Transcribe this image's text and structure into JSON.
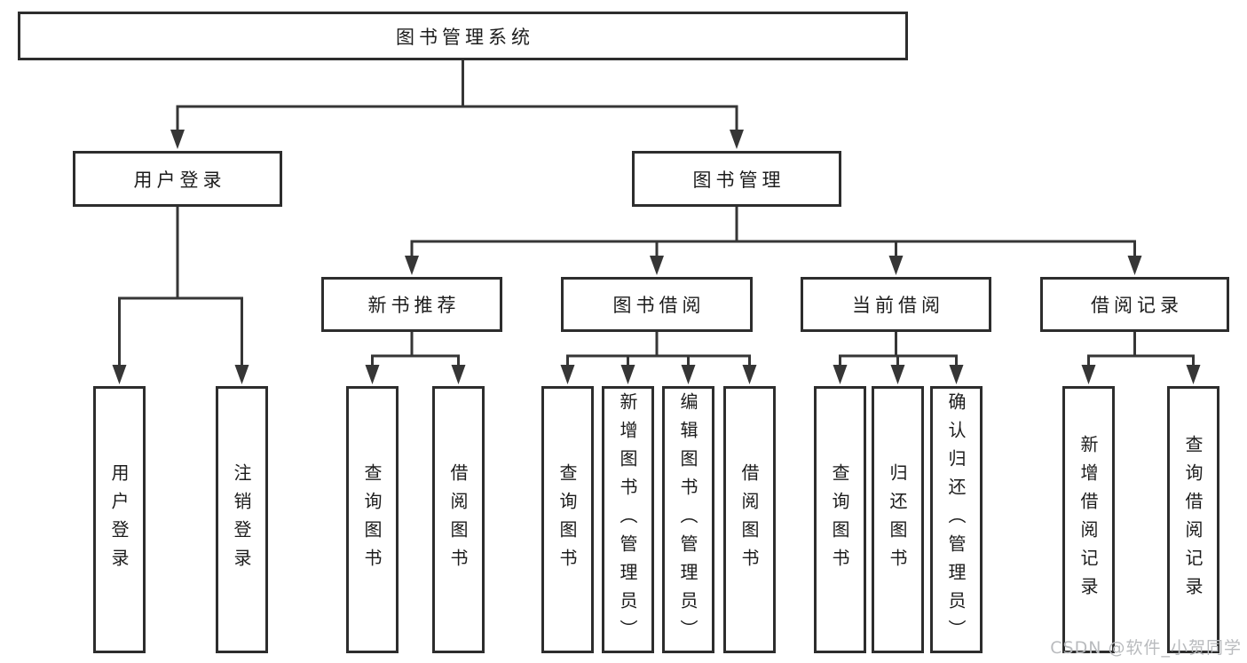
{
  "nodes": {
    "root": {
      "label": "图书管理系统"
    },
    "user_login": {
      "label": "用户登录",
      "children": [
        "用户登录",
        "注销登录"
      ]
    },
    "book_mgmt": {
      "label": "图书管理",
      "children": [
        "新书推荐",
        "图书借阅",
        "当前借阅",
        "借阅记录"
      ]
    },
    "new_book_rec": {
      "label": "新书推荐",
      "children": [
        "查询图书",
        "借阅图书"
      ]
    },
    "book_borrow": {
      "label": "图书借阅",
      "children": [
        "查询图书",
        "新增图书（管理员）",
        "编辑图书（管理员）",
        "借阅图书"
      ]
    },
    "current_borrow": {
      "label": "当前借阅",
      "children": [
        "查询图书",
        "归还图书",
        "确认归还（管理员）"
      ]
    },
    "borrow_record": {
      "label": "借阅记录",
      "children": [
        "新增借阅记录",
        "查询借阅记录"
      ]
    },
    "leaf_login": {
      "label": "用户登录"
    },
    "leaf_logout": {
      "label": "注销登录"
    },
    "leaf_nbr_query": {
      "label": "查询图书"
    },
    "leaf_nbr_borrow": {
      "label": "借阅图书"
    },
    "leaf_bb_query": {
      "label": "查询图书"
    },
    "leaf_bb_add": {
      "label": "新增图书（管理员）"
    },
    "leaf_bb_edit": {
      "label": "编辑图书（管理员）"
    },
    "leaf_bb_borrow": {
      "label": "借阅图书"
    },
    "leaf_cb_query": {
      "label": "查询图书"
    },
    "leaf_cb_return": {
      "label": "归还图书"
    },
    "leaf_cb_confirm": {
      "label": "确认归还（管理员）"
    },
    "leaf_br_add": {
      "label": "新增借阅记录"
    },
    "leaf_br_query": {
      "label": "查询借阅记录"
    }
  },
  "edges": [
    {
      "from": "图书管理系统",
      "to": [
        "用户登录",
        "图书管理"
      ]
    },
    {
      "from": "用户登录",
      "to": [
        "用户登录",
        "注销登录"
      ]
    },
    {
      "from": "图书管理",
      "to": [
        "新书推荐",
        "图书借阅",
        "当前借阅",
        "借阅记录"
      ]
    },
    {
      "from": "新书推荐",
      "to": [
        "查询图书",
        "借阅图书"
      ]
    },
    {
      "from": "图书借阅",
      "to": [
        "查询图书",
        "新增图书（管理员）",
        "编辑图书（管理员）",
        "借阅图书"
      ]
    },
    {
      "from": "当前借阅",
      "to": [
        "查询图书",
        "归还图书",
        "确认归还（管理员）"
      ]
    },
    {
      "from": "借阅记录",
      "to": [
        "新增借阅记录",
        "查询借阅记录"
      ]
    }
  ],
  "colors": {
    "line": "#363636",
    "box_border": "#2d2d2d",
    "text": "#1c1c1c",
    "watermark": "#b9bbbe"
  },
  "watermark": "CSDN @软件_小贺同学"
}
